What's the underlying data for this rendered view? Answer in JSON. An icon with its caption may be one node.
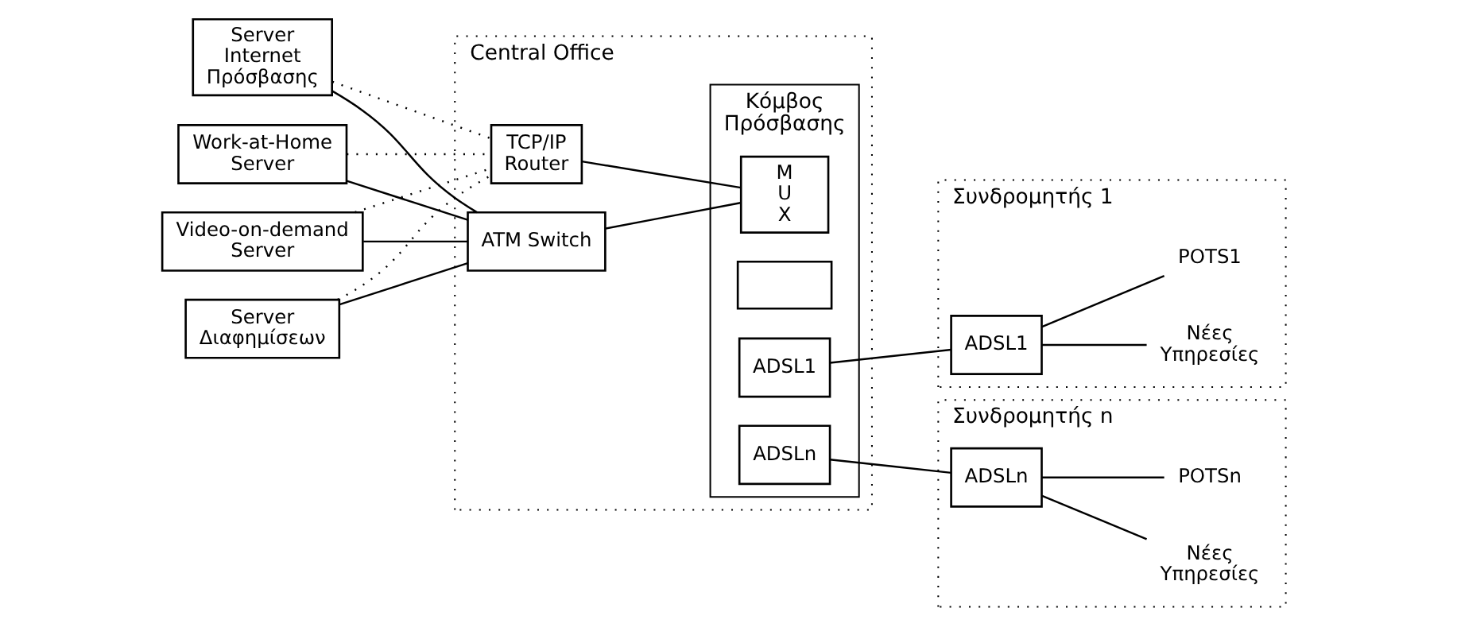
{
  "diagram": {
    "nodes": [
      {
        "text": [
          "Server Internet Πρόσβασης"
        ]
      },
      {
        "text": [
          "Work-at-Home Server"
        ]
      },
      {
        "text": [
          "Video-on-demand Server"
        ]
      },
      {
        "text": [
          "Server Διαφημίσεων"
        ]
      },
      {
        "text": [
          "Central Office"
        ]
      },
      {
        "text": [
          "TCP/IP Router"
        ],
        "in": 4
      },
      {
        "text": [
          "ATM Switch"
        ],
        "in": 4
      },
      {
        "text": [
          "Κόμβος Πρόσβασης"
        ],
        "in": 4
      },
      {
        "text": [
          "M U X"
        ],
        "in": 7
      },
      {
        "text": [
          "ADSL1"
        ],
        "in": 7
      },
      {
        "text": [],
        "shape": "box",
        "in": 7
      },
      {
        "text": [
          "ADSLn"
        ],
        "in": 7
      },
      {
        "text": [
          "Συνδρομητής 1"
        ]
      },
      {
        "text": [
          "ADSL1"
        ],
        "in": 12
      },
      {
        "text": [
          "Νέες Υπηρεσίες"
        ],
        "in": 12
      },
      {
        "text": [
          "POTS1"
        ],
        "in": 12
      },
      {
        "text": [
          "Συνδρομητής n"
        ]
      },
      {
        "text": [
          "ADSLn"
        ],
        "in": 16
      },
      {
        "text": [
          "Νέες Υπηρεσίες"
        ],
        "in": 16
      },
      {
        "text": [
          "POTSn"
        ],
        "in": 16
      }
    ],
    "edges": [
      {
        "from": 0,
        "to": 5,
        "arrow": "none",
        "style": "dashed"
      },
      {
        "from": 1,
        "to": 5,
        "arrow": "none",
        "style": "dashed"
      },
      {
        "from": 2,
        "to": 5,
        "arrow": "none",
        "style": "dashed"
      },
      {
        "from": 3,
        "to": 5,
        "arrow": "none",
        "style": "dashed"
      },
      {
        "from": 0,
        "to": 6,
        "arrow": "none"
      },
      {
        "from": 1,
        "to": 6,
        "arrow": "none"
      },
      {
        "from": 2,
        "to": 6,
        "arrow": "none"
      },
      {
        "from": 3,
        "to": 6,
        "arrow": "none"
      },
      {
        "from": 5,
        "to": 8,
        "arrow": "none"
      },
      {
        "from": 6,
        "to": 8,
        "arrow": "none"
      },
      {
        "from": 9,
        "to": 13,
        "arrow": "none"
      },
      {
        "from": 11,
        "to": 17,
        "arrow": "none"
      },
      {
        "from": 13,
        "to": 14,
        "arrow": "none"
      },
      {
        "from": 13,
        "to": 15,
        "arrow": "none"
      },
      {
        "from": 17,
        "to": 18,
        "arrow": "none"
      },
      {
        "from": 17,
        "to": 19,
        "arrow": "none"
      }
    ]
  }
}
